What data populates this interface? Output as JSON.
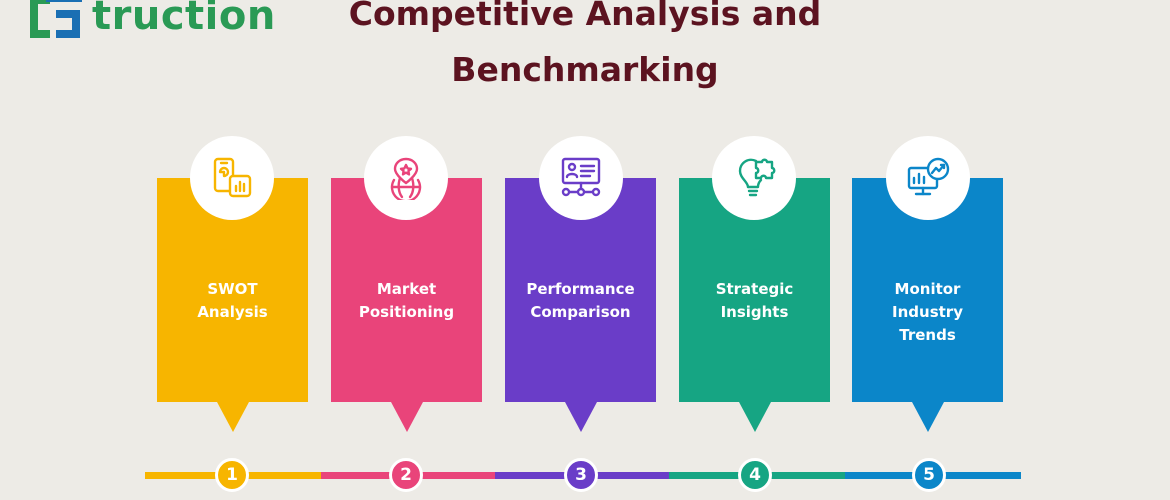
{
  "logo": {
    "text": "truction",
    "icon": "bracket-logo-icon",
    "color": "#2a9a55"
  },
  "title": "Competitive Analysis and Benchmarking",
  "steps": [
    {
      "number": "1",
      "label_lines": [
        "SWOT",
        "Analysis"
      ],
      "icon": "phone-chart-icon",
      "color": "#f7b500"
    },
    {
      "number": "2",
      "label_lines": [
        "Market",
        "Positioning"
      ],
      "icon": "globe-location-pin-icon",
      "color": "#e9447a"
    },
    {
      "number": "3",
      "label_lines": [
        "Performance",
        "Comparison"
      ],
      "icon": "profile-board-network-icon",
      "color": "#6a3dc8"
    },
    {
      "number": "4",
      "label_lines": [
        "Strategic",
        "Insights"
      ],
      "icon": "lightbulb-puzzle-icon",
      "color": "#16a583"
    },
    {
      "number": "5",
      "label_lines": [
        "Monitor",
        "Industry",
        "Trends"
      ],
      "icon": "monitor-trend-icon",
      "color": "#0b86c9"
    }
  ]
}
